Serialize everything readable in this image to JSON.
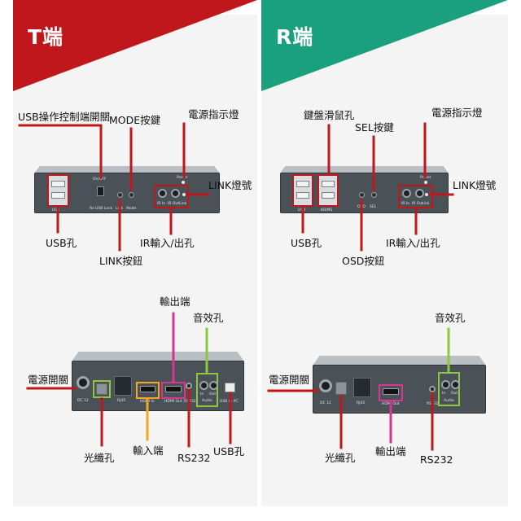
{
  "colors": {
    "red": "#c0171d",
    "teal": "#1aa07e",
    "orange": "#f5a623",
    "magenta": "#d6368f",
    "green": "#8dc63f",
    "panel_bg": "#f4f4f4"
  },
  "transmitter": {
    "title": "T端",
    "front_labels": {
      "usb_control_switch": "USB操作控制端開關",
      "mode_button": "MODE按鍵",
      "power_indicator": "電源指示燈",
      "link_indicator": "LINK燈號",
      "usb_port": "USB孔",
      "link_button": "LINK按鈕",
      "ir_in_out": "IR輸入/出孔"
    },
    "front_port_text": {
      "usb": "USB",
      "on_off": "On/OFF",
      "re_usb_lock": "Re USB Lock",
      "link": "Link",
      "mode": "Mode",
      "ir_in": "IR In",
      "ir_out": "IR Out",
      "link2": "Link",
      "power": "Power"
    },
    "rear_labels": {
      "output_port": "輸出端",
      "audio_port": "音效孔",
      "power_switch": "電源開關",
      "fiber_port": "光纖孔",
      "input_port": "輸入端",
      "rs232": "RS232",
      "usb_port": "USB孔"
    },
    "rear_port_text": {
      "dc": "DC 12",
      "rj45": "RJ45",
      "hdmi_in": "HDMI In",
      "hdmi_out": "HDMI Out",
      "rs232": "RS232",
      "in": "In",
      "out": "Out",
      "audio": "Audio",
      "usb_to_pc": "USB to PC"
    }
  },
  "receiver": {
    "title": "R端",
    "front_labels": {
      "keyboard_mouse_port": "鍵盤滑鼠孔",
      "sel_button": "SEL按鍵",
      "power_indicator": "電源指示燈",
      "link_indicator": "LINK燈號",
      "usb_port": "USB孔",
      "osd_button": "OSD按鈕",
      "ir_in_out": "IR輸入/出孔"
    },
    "front_port_text": {
      "usb": "USB",
      "kb_ms": "KB/MS",
      "osd": "OSD",
      "sel": "SEL",
      "ir_in": "IR In",
      "ir_out": "IR Out",
      "link": "Link",
      "power": "Power"
    },
    "rear_labels": {
      "audio_port": "音效孔",
      "power_switch": "電源開關",
      "fiber_port": "光纖孔",
      "output_port": "輸出端",
      "rs232": "RS232"
    },
    "rear_port_text": {
      "dc": "DC 12",
      "rj45": "RJ45",
      "hdmi_out": "HDMI Out",
      "rs232": "RS232",
      "in": "In",
      "out": "Out",
      "audio": "Audio"
    }
  }
}
